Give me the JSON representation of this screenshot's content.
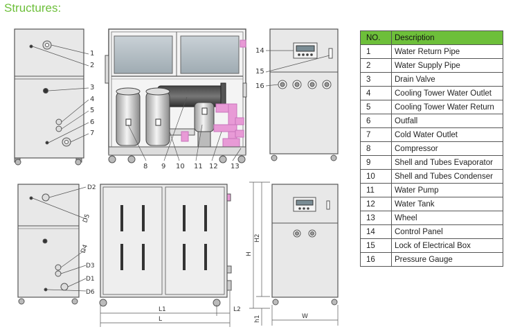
{
  "title": "Structures:",
  "legend": {
    "header_no": "NO.",
    "header_desc": "Description",
    "rows": [
      {
        "no": "1",
        "desc": "Water Return Pipe"
      },
      {
        "no": "2",
        "desc": "Water Supply Pipe"
      },
      {
        "no": "3",
        "desc": "Drain Valve"
      },
      {
        "no": "4",
        "desc": "Cooling Tower Water Outlet"
      },
      {
        "no": "5",
        "desc": "Cooling Tower Water Return"
      },
      {
        "no": "6",
        "desc": "Outfall"
      },
      {
        "no": "7",
        "desc": "Cold Water Outlet"
      },
      {
        "no": "8",
        "desc": "Compressor"
      },
      {
        "no": "9",
        "desc": "Shell and Tubes Evaporator"
      },
      {
        "no": "10",
        "desc": "Shell and Tubes Condenser"
      },
      {
        "no": "11",
        "desc": "Water Pump"
      },
      {
        "no": "12",
        "desc": "Water Tank"
      },
      {
        "no": "13",
        "desc": "Wheel"
      },
      {
        "no": "14",
        "desc": "Control Panel"
      },
      {
        "no": "15",
        "desc": "Lock of Electrical Box"
      },
      {
        "no": "16",
        "desc": "Pressure Gauge"
      }
    ]
  },
  "callouts": {
    "n1": "1",
    "n2": "2",
    "n3": "3",
    "n4": "4",
    "n5": "5",
    "n6": "6",
    "n7": "7",
    "n8": "8",
    "n9": "9",
    "n10": "10",
    "n11": "11",
    "n12": "12",
    "n13": "13",
    "n14": "14",
    "n15": "15",
    "n16": "16"
  },
  "dims": {
    "D1": "D1",
    "D2": "D2",
    "D3": "D3",
    "D4": "D4",
    "D5": "D5",
    "D6": "D6",
    "H": "H",
    "H2": "H2",
    "h1": "h1",
    "L": "L",
    "L1": "L1",
    "L2": "L2",
    "W": "W"
  },
  "colors": {
    "title": "#6dbf3a",
    "panel": "#e8e8e8",
    "line": "#555555",
    "pipe": "#e89ad6",
    "pipe_dark": "#c774bb"
  }
}
